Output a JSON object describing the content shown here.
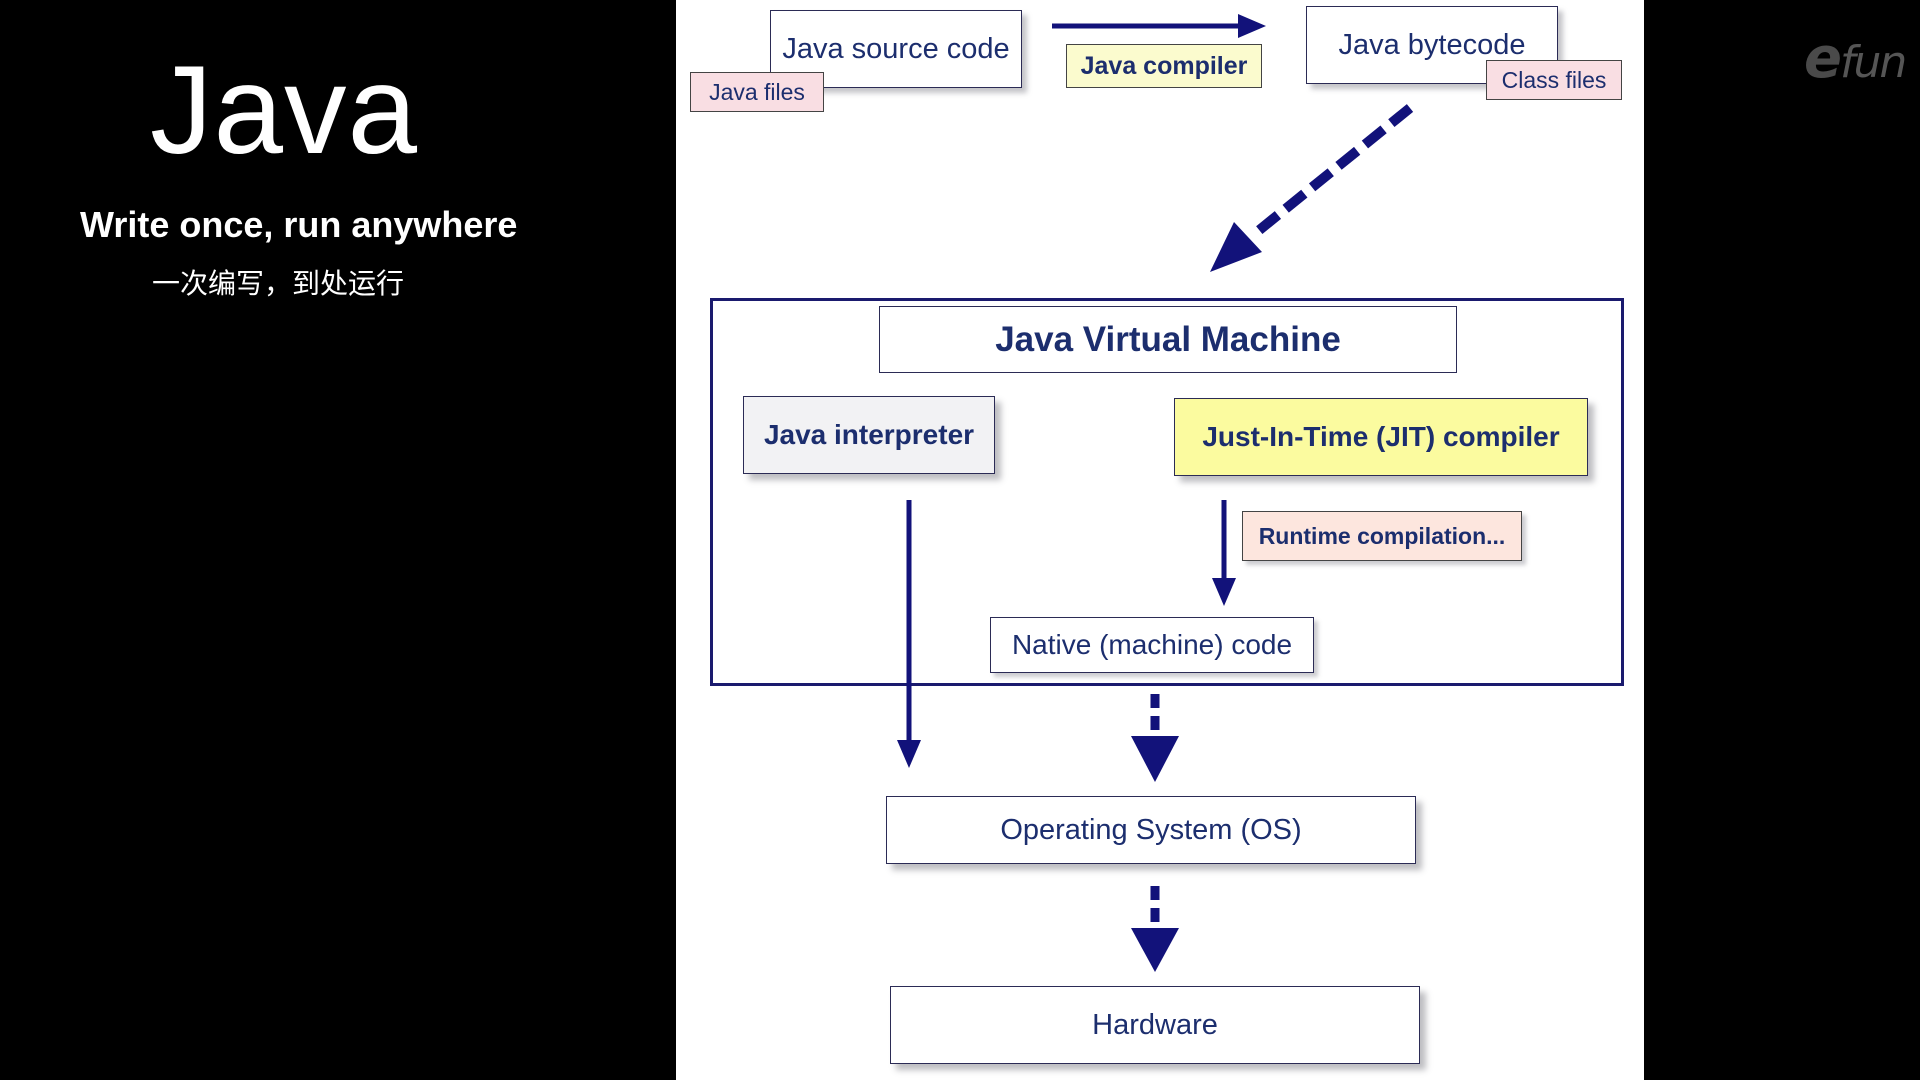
{
  "slide": {
    "title": "Java",
    "tagline": "Write once, run anywhere",
    "tagline_cn": "一次编写，到处运行",
    "logo": {
      "e": "e",
      "rest": "fun"
    }
  },
  "diagram": {
    "source_code": "Java source code",
    "java_files": "Java files",
    "compiler": "Java compiler",
    "bytecode": "Java bytecode",
    "class_files": "Class files",
    "jvm": "Java Virtual Machine",
    "interpreter": "Java interpreter",
    "jit": "Just-In-Time (JIT) compiler",
    "runtime": "Runtime compilation...",
    "native": "Native (machine) code",
    "os": "Operating System (OS)",
    "hardware": "Hardware"
  },
  "colors": {
    "arrow": "#12127a",
    "text": "#1c2e6e",
    "pink_tag": "#f9dee3",
    "yellow_tag": "#fbfbce",
    "jit_box": "#fbfb9f"
  }
}
